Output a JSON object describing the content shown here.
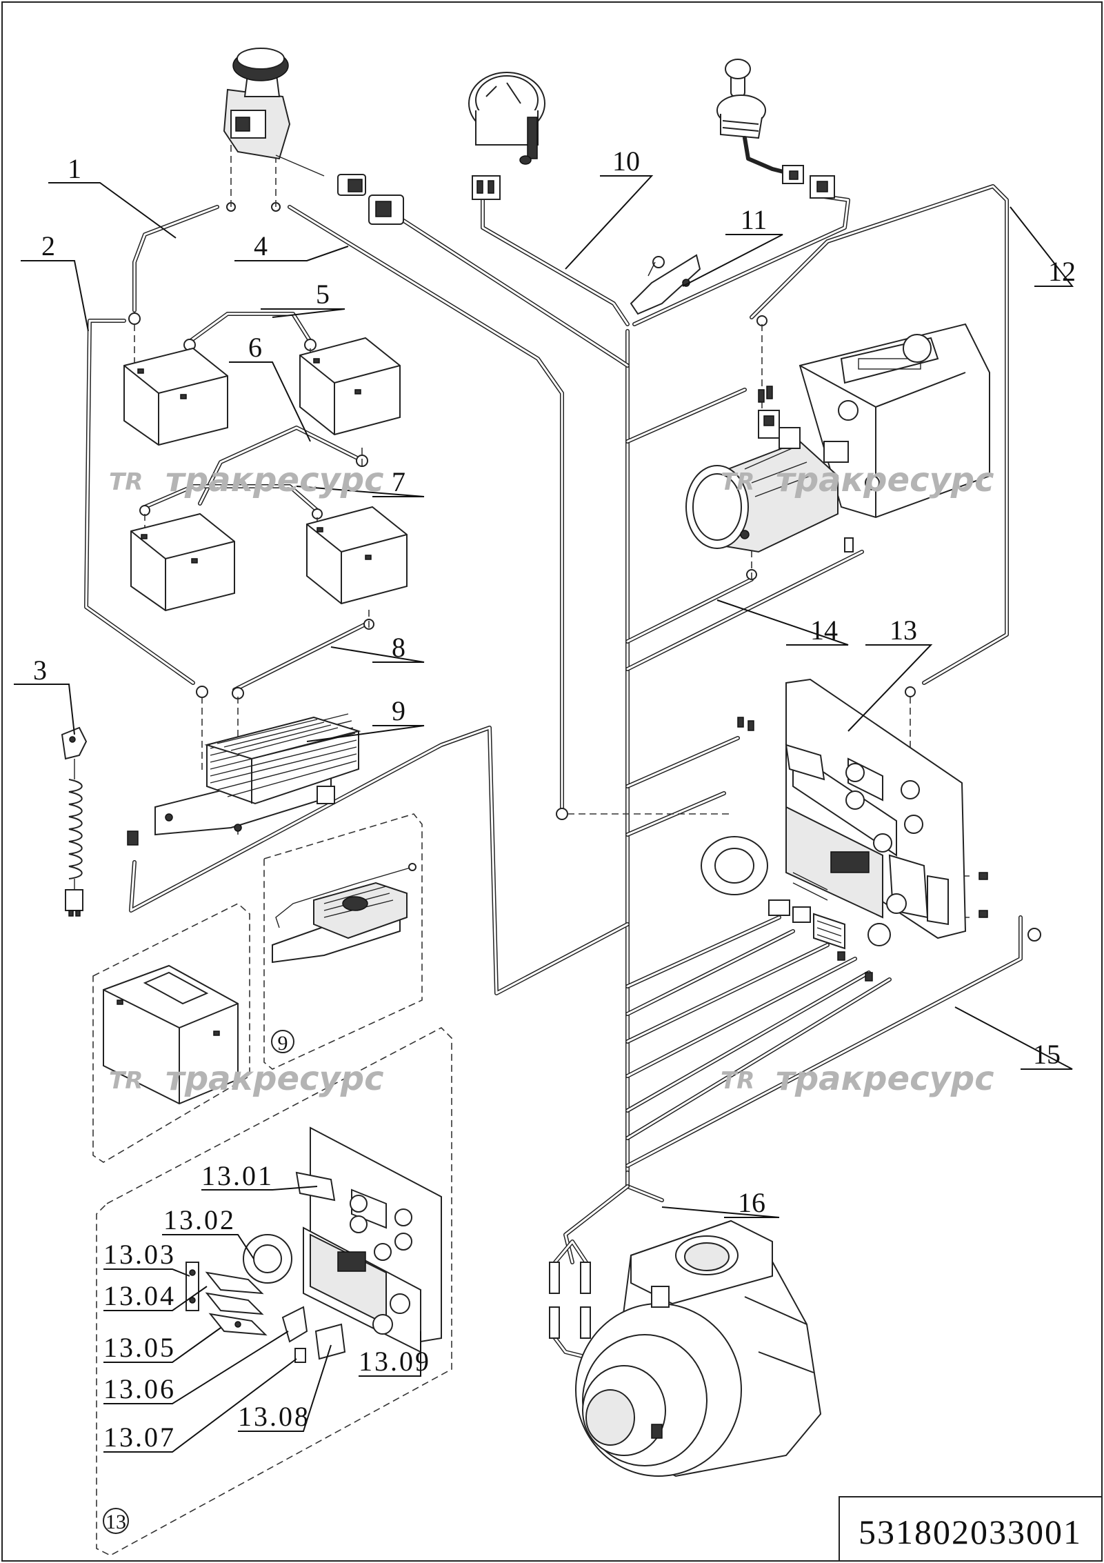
{
  "callouts": {
    "c1": "1",
    "c2": "2",
    "c3": "3",
    "c4": "4",
    "c5": "5",
    "c6": "6",
    "c7": "7",
    "c8": "8",
    "c9": "9",
    "c10": "10",
    "c11": "11",
    "c12": "12",
    "c13": "13",
    "c14": "14",
    "c15": "15",
    "c16": "16"
  },
  "sub_callouts": {
    "s1301": "13.01",
    "s1302": "13.02",
    "s1303": "13.03",
    "s1304": "13.04",
    "s1305": "13.05",
    "s1306": "13.06",
    "s1307": "13.07",
    "s1308": "13.08",
    "s1309": "13.09"
  },
  "detail_marks": {
    "d9": "9",
    "d13": "13"
  },
  "watermark": {
    "logo": "TR",
    "text": "тракресурс"
  },
  "drawing_number": "531802033001"
}
